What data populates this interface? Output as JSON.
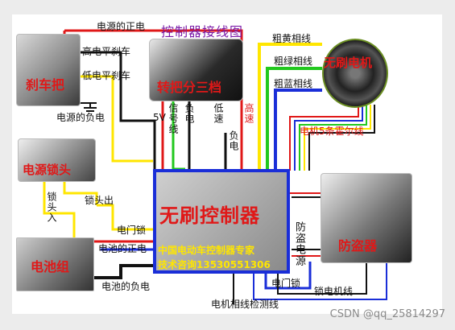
{
  "title": "控制器接线图",
  "components": {
    "brake": "刹车把",
    "throttle": "转把分三档",
    "motor": "无刷电机",
    "lock": "电源锁头",
    "controller": "无刷控制器",
    "battery": "电池组",
    "alarm": "防盗器"
  },
  "controller_text": {
    "line1": "中国电动车控制器专家",
    "line2": "技术咨询13530551306"
  },
  "labels": {
    "power_pos_top": "电源的正电",
    "high_brake": "高电平刹车",
    "low_brake": "低电平刹车",
    "power_neg": "电源的负电",
    "signal_wire": "信号线",
    "neg_wire": "负电",
    "low_speed": "低速",
    "neg_wire2": "负电",
    "high_speed": "高速",
    "five_v": "5V",
    "yellow_phase": "粗黄相线",
    "green_phase": "粗绿相线",
    "blue_phase": "粗蓝相线",
    "hall": "电机5条霍尔线",
    "lock_in": "锁头入",
    "lock_out": "锁头出",
    "door_lock": "电门锁",
    "battery_pos": "电池的正电",
    "battery_neg": "电池的负电",
    "antitheft_power": "防盗电源",
    "door_lock2": "电门锁",
    "lock_motor": "锁电机线",
    "phase_detect": "电机相线检测线"
  },
  "watermark": "CSDN @qq_25814297",
  "colors": {
    "red": "#e01818",
    "yellow": "#ffe600",
    "green": "#22c81e",
    "blue": "#1a2ed8",
    "black": "#111111",
    "white": "#ffffff",
    "title": "#7a1aa8"
  }
}
